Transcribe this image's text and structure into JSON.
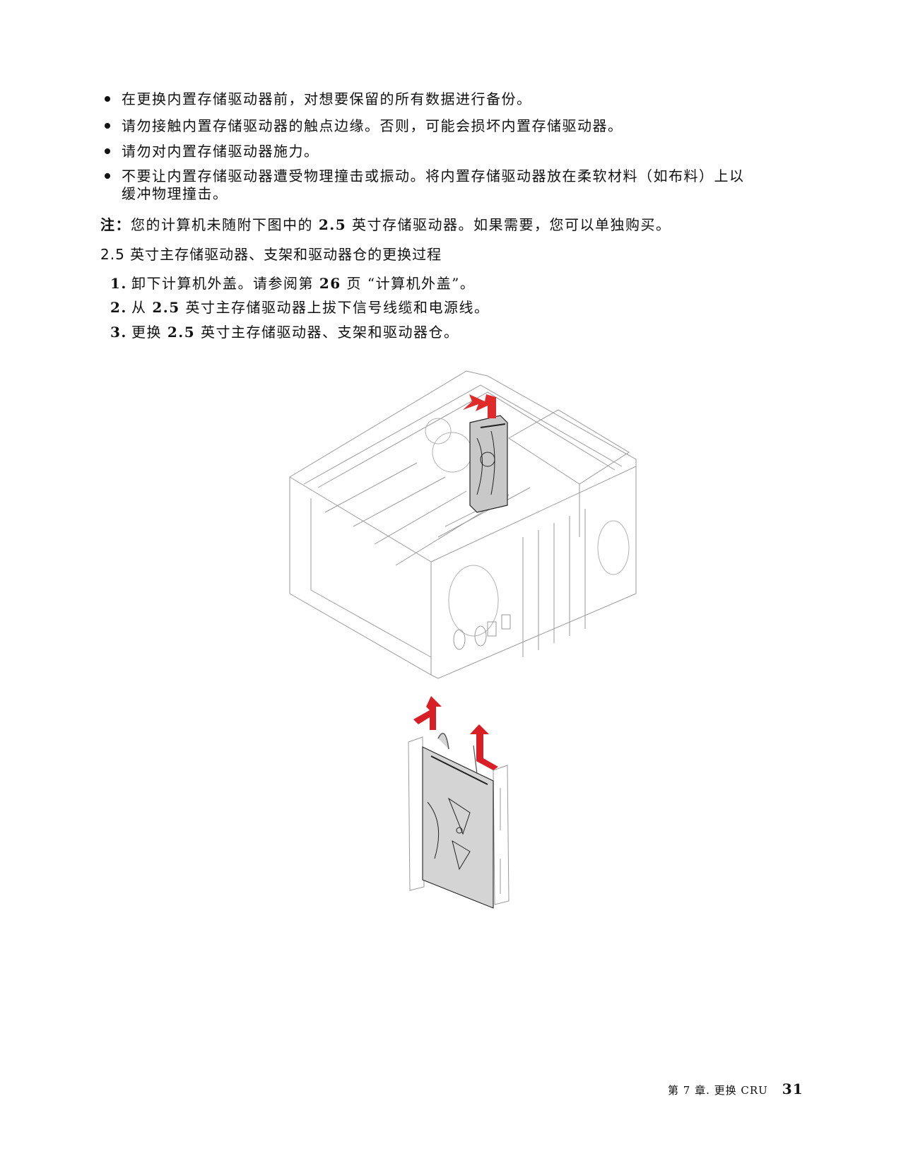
{
  "bullets": [
    "在更换内置存储驱动器前，对想要保留的所有数据进行备份。",
    "请勿接触内置存储驱动器的触点边缘。否则，可能会损坏内置存储驱动器。",
    "请勿对内置存储驱动器施力。",
    "不要让内置存储驱动器遭受物理撞击或振动。将内置存储驱动器放在柔软材料（如布料）上以",
    "缓冲物理撞击。"
  ],
  "note": {
    "label": "注：",
    "text_before": "您的计算机未随附下图中的 ",
    "size_value": "2.5",
    "text_after": " 英寸存储驱动器。如果需要，您可以单独购买。"
  },
  "section_heading": "2.5 英寸主存储驱动器、支架和驱动器仓的更换过程",
  "steps": [
    {
      "num": "1.",
      "text_a": "卸下计算机外盖。请参阅第 ",
      "bold": "26",
      "text_b": " 页 “计算机外盖”。"
    },
    {
      "num": "2.",
      "text_a": "从 ",
      "bold": "2.5",
      "text_b": " 英寸主存储驱动器上拔下信号线缆和电源线。"
    },
    {
      "num": "3.",
      "text_a": "更换 ",
      "bold": "2.5",
      "text_b": " 英寸主存储驱动器、支架和驱动器仓。"
    }
  ],
  "figures": {
    "top": {
      "label": "computer-chassis-with-storage-drive-removal",
      "arrow_color": "#e02b2b",
      "drive_color": "#c8c8c8"
    },
    "bottom": {
      "label": "drive-bracket-cable-disconnect",
      "arrow_color": "#d81f26",
      "drive_color": "#d4d4d4"
    }
  },
  "footer": {
    "chapter": "第 7 章. 更换 CRU",
    "page_number": "31"
  }
}
